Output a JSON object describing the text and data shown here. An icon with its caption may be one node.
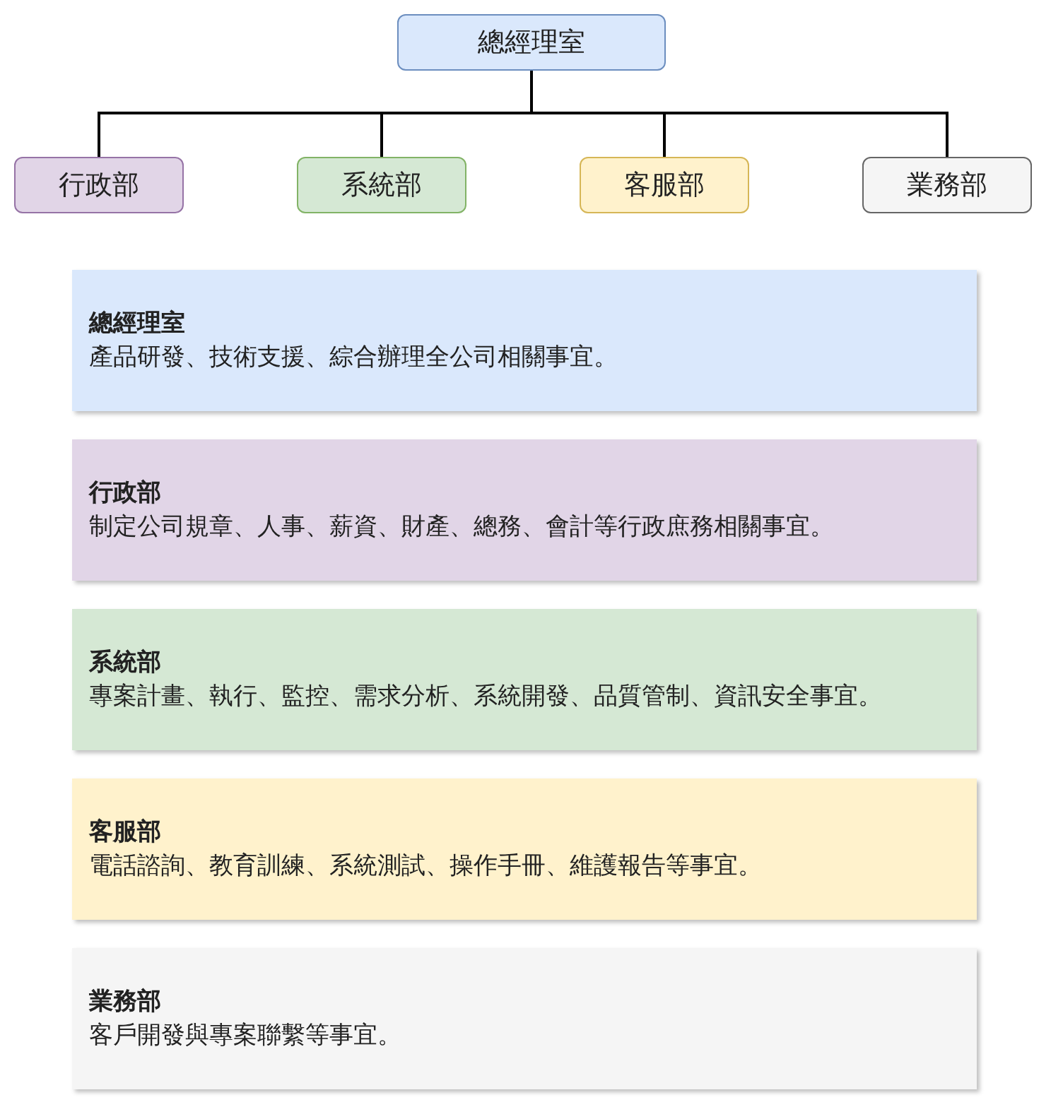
{
  "diagram": {
    "nodes": [
      {
        "text": [
          "總經理室"
        ]
      },
      {
        "text": [
          "行政部"
        ]
      },
      {
        "text": [
          "系統部"
        ]
      },
      {
        "text": [
          "客服部"
        ]
      },
      {
        "text": [
          "業務部"
        ]
      },
      {
        "text": [
          "總經理室",
          "產品研發、技術支援、綜合辦理全公司相關事宜。"
        ]
      },
      {
        "text": [
          "行政部",
          "制定公司規章、人事、薪資、財產、總務、會計等行政庶務相關事宜。"
        ]
      },
      {
        "text": [
          "系統部",
          "專案計畫、執行、監控、需求分析、系統開發、品質管制、資訊安全事宜。"
        ]
      },
      {
        "text": [
          "客服部",
          "電話諮詢、教育訓練、系統測試、操作手冊、維護報告等事宜。"
        ]
      },
      {
        "text": [
          "業務部",
          "客戶開發與專案聯繫等事宜。"
        ]
      }
    ],
    "edges": [
      {
        "from": 0,
        "to": 1,
        "arrow": "none"
      },
      {
        "from": 0,
        "to": 2,
        "arrow": "none"
      },
      {
        "from": 0,
        "to": 3,
        "arrow": "none"
      },
      {
        "from": 0,
        "to": 4,
        "arrow": "none"
      }
    ]
  }
}
